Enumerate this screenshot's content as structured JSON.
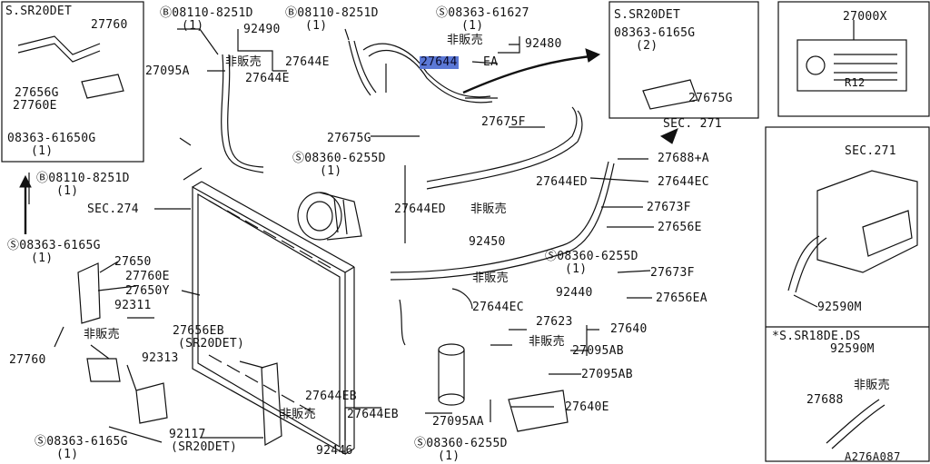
{
  "diagram_id": "A276A087",
  "inset_sr20det_top_left": {
    "title": "S.SR20DET",
    "parts": [
      "27760",
      "27656G",
      "27760E",
      "08363-61650G",
      "(1)"
    ]
  },
  "inset_sr20det_top_right": {
    "title": "S.SR20DET",
    "parts": [
      "08363-6165G",
      "(2)",
      "27675G"
    ]
  },
  "inset_label": {
    "part": "27000X",
    "text": "R12"
  },
  "inset_sec271": {
    "title": "SEC.271",
    "part": "92590M"
  },
  "inset_sr18de": {
    "title": "*S.SR18DE.DS",
    "part": "92590M",
    "sub": "27688",
    "note": "非販売"
  },
  "labels": {
    "l1": "Ⓑ08110-8251D",
    "l1c": "(1)",
    "l2": "Ⓑ08110-8251D",
    "l2c": "(1)",
    "l3": "Ⓢ08363-61627",
    "l3c": "(1)",
    "l4": "92490",
    "l5": "非販売",
    "l6": "27644E",
    "l7": "27095A",
    "l8": "27644E",
    "l9": "非販売",
    "l10": "92480",
    "l11": "27644",
    "l11b": "EA",
    "l12": "27675F",
    "l13": "27675G",
    "l14": "Ⓢ08360-6255D",
    "l14c": "(1)",
    "l15": "Ⓑ08110-8251D",
    "l15c": "(1)",
    "l16": "SEC.274",
    "l17": "SEC. 271",
    "l18": "27688+A",
    "l19": "27644EC",
    "l20": "27644ED",
    "l21": "27644ED",
    "l22": "非販売",
    "l23": "92450",
    "l24": "27673F",
    "l25": "27656E",
    "l26": "Ⓢ08360-6255D",
    "l26c": "(1)",
    "l27": "27673F",
    "l28": "27656EA",
    "l29": "Ⓢ08363-6165G",
    "l29c": "(1)",
    "l30": "27650",
    "l31": "27760E",
    "l32": "27650Y",
    "l33": "92311",
    "l34": "非販売",
    "l35": "92313",
    "l36": "27656EB",
    "l36b": "(SR20DET)",
    "l37": "27760",
    "l38": "非販売",
    "l39": "92440",
    "l40": "27644EC",
    "l41": "27623",
    "l42": "27640",
    "l43": "非販売",
    "l44": "27095AB",
    "l45": "27095AB",
    "l46": "27644EB",
    "l47": "非販売",
    "l48": "27644EB",
    "l49": "27095AA",
    "l50": "27640E",
    "l51": "92117",
    "l51b": "(SR20DET)",
    "l52": "Ⓢ08363-6165G",
    "l52c": "(1)",
    "l53": "92446",
    "l54": "Ⓢ08360-6255D",
    "l54c": "(1)"
  }
}
